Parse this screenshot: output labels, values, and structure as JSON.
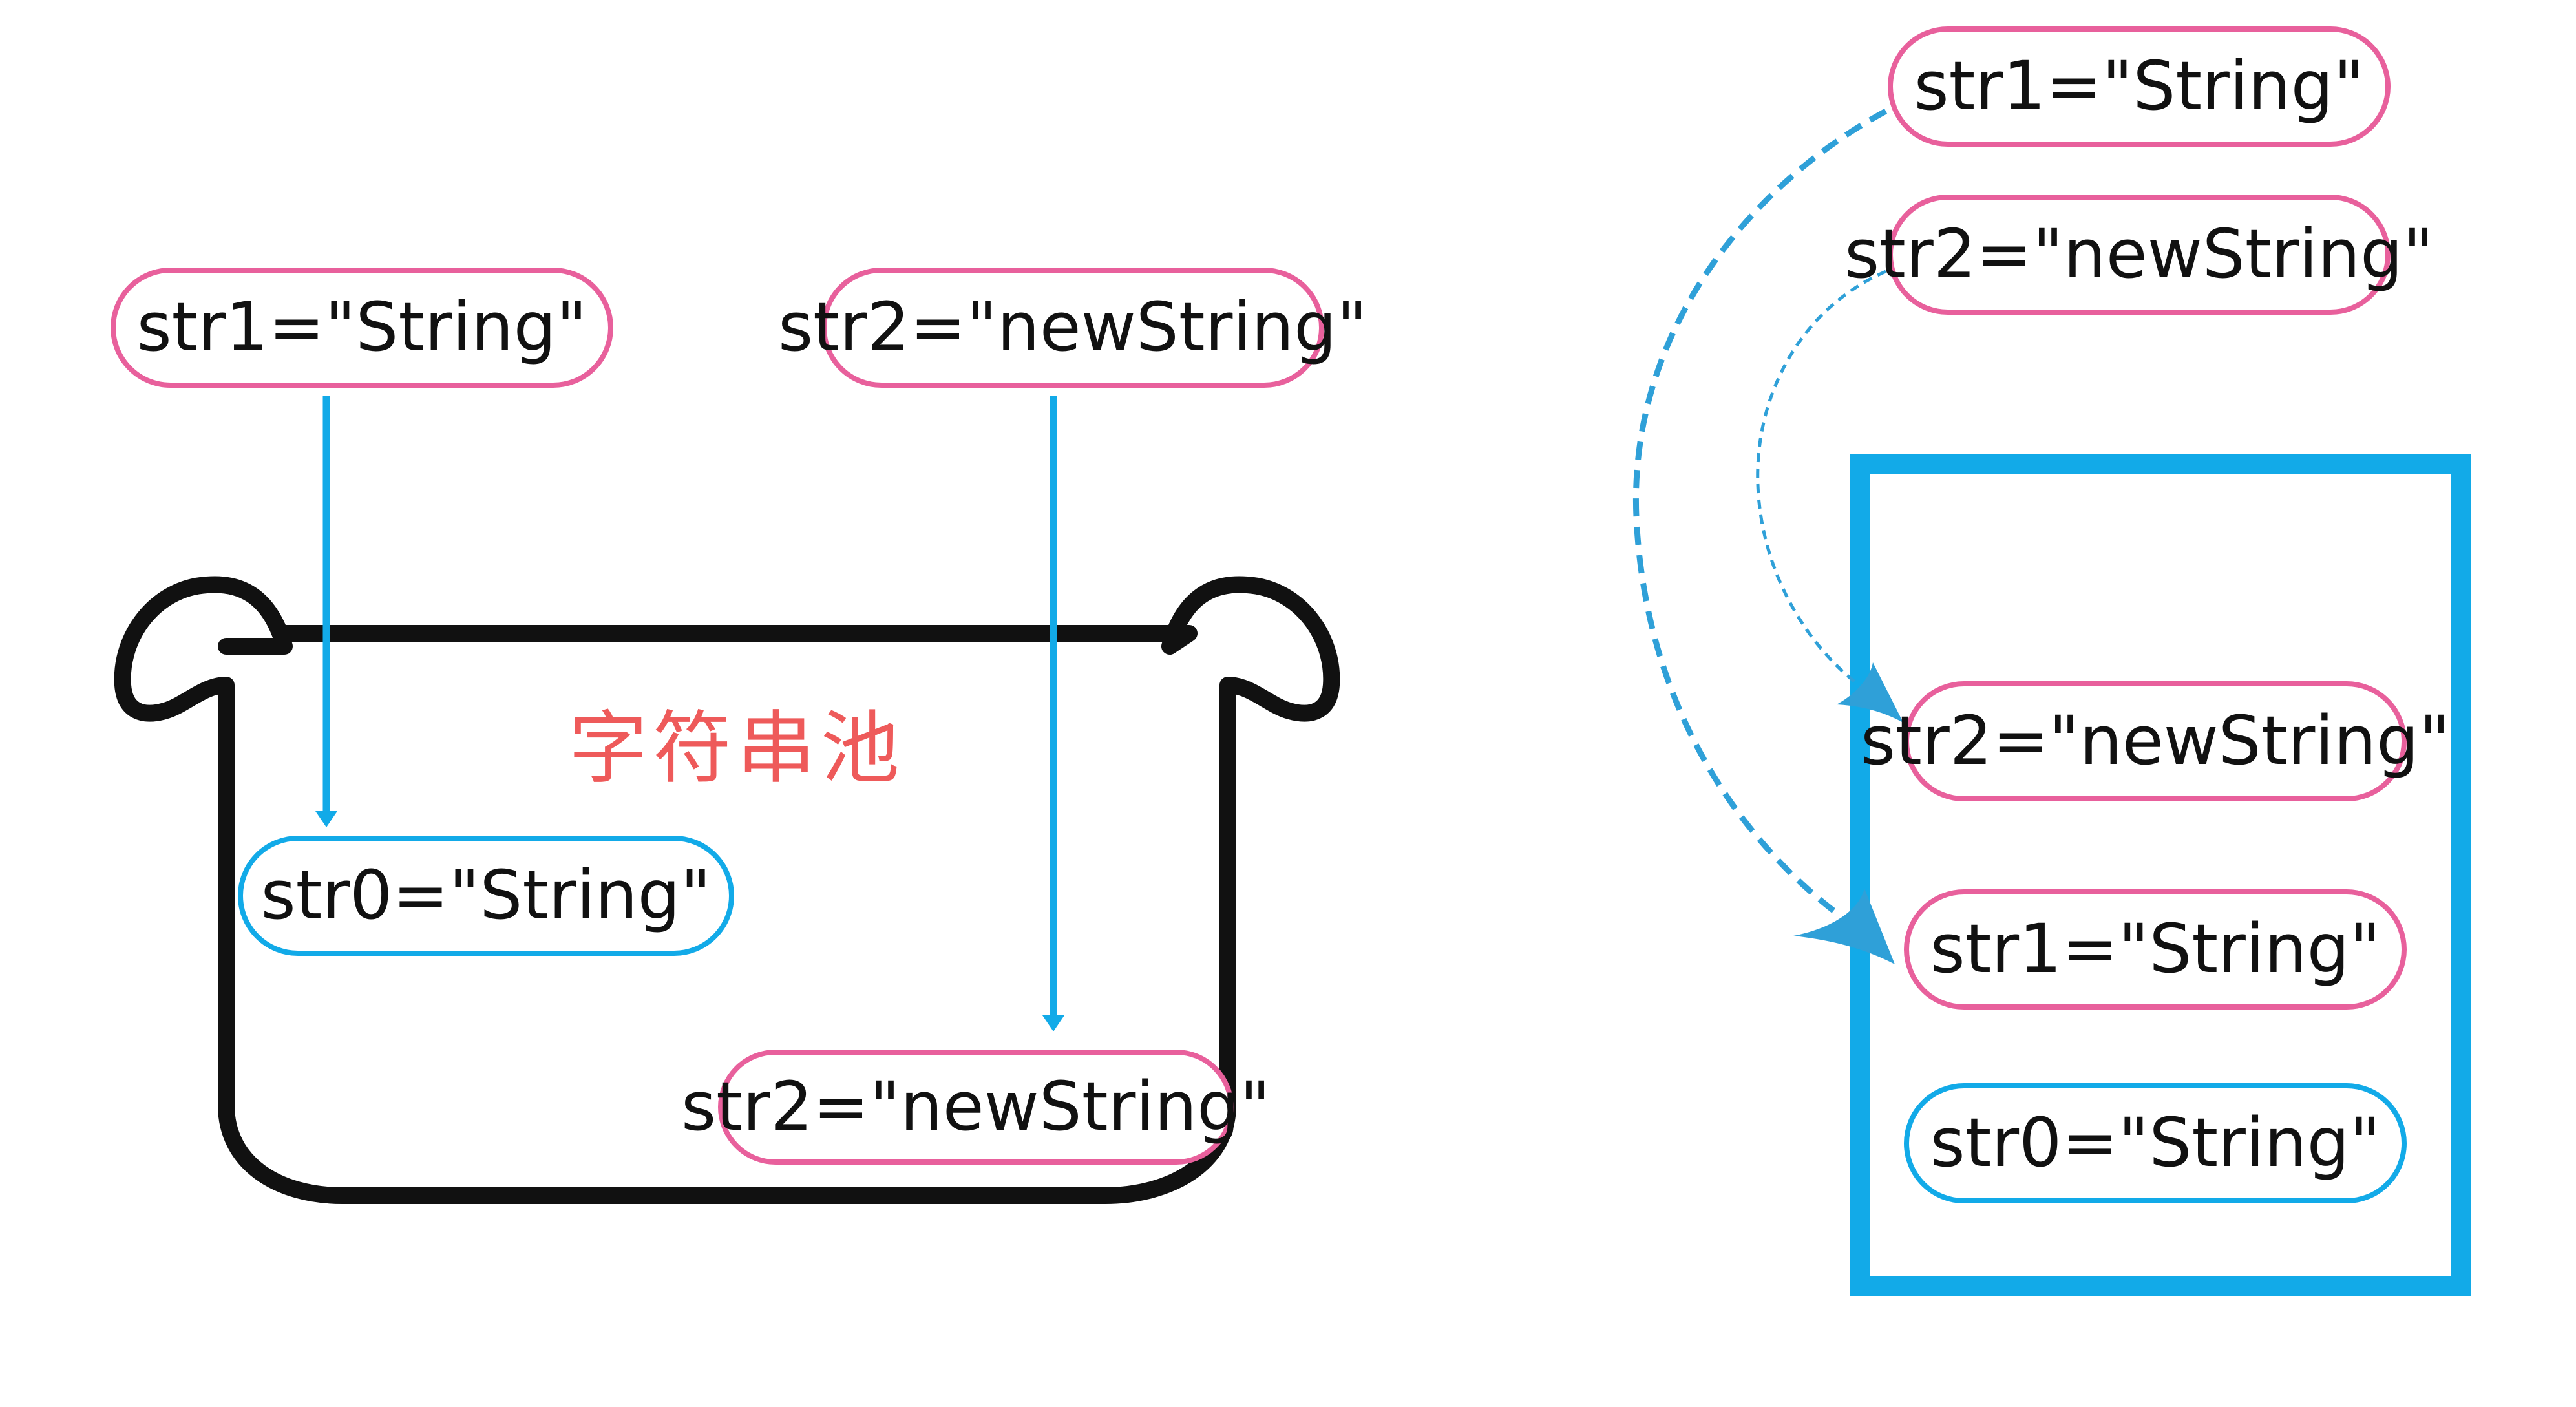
{
  "pool_label": "字符串池",
  "left_diagram": {
    "top_refs": {
      "str1": "str1=\"String\"",
      "str2": "str2=\"newString\""
    },
    "pool_items": {
      "str0": "str0=\"String\"",
      "str2": "str2=\"newString\""
    }
  },
  "right_diagram": {
    "top_refs": {
      "str1": "str1=\"String\"",
      "str2": "str2=\"newString\""
    },
    "box_items": {
      "str2": "str2=\"newString\"",
      "str1": "str1=\"String\"",
      "str0": "str0=\"String\""
    }
  },
  "colors": {
    "pink": "#e8609c",
    "blue": "#12aae8",
    "arrow_blue": "#2fa0d8",
    "label_red": "#ee5a5a",
    "pot": "#111111"
  }
}
